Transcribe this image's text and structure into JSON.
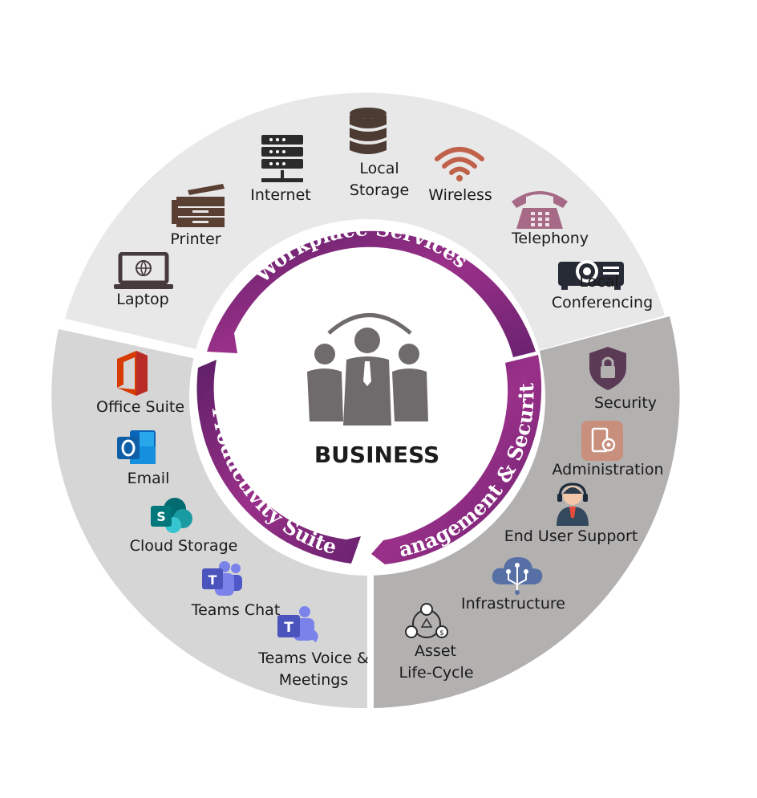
{
  "diagram": {
    "center": {
      "title": "BUSINESS",
      "icon": "business-team-icon"
    },
    "arcs": [
      {
        "name": "workplace",
        "label": "Workplace Services",
        "color": "#8a2d7e"
      },
      {
        "name": "productivity",
        "label": "Productivity Suite",
        "color": "#8a2d7e"
      },
      {
        "name": "management",
        "label": "Management & Security",
        "color": "#8a2d7e"
      }
    ],
    "segment_colors": {
      "workplace": "#e8e8e8",
      "productivity": "#d6d6d6",
      "management": "#b3b0b0"
    },
    "workplace_items": [
      {
        "label": "Laptop",
        "icon": "laptop-icon"
      },
      {
        "label": "Printer",
        "icon": "printer-icon"
      },
      {
        "label": "Internet",
        "icon": "server-icon"
      },
      {
        "label": "Local",
        "label2": "Storage",
        "icon": "storage-icon"
      },
      {
        "label": "Wireless",
        "icon": "wifi-icon"
      },
      {
        "label": "Telephony",
        "icon": "telephone-icon"
      },
      {
        "label": "Local",
        "label2": "Conferencing",
        "icon": "projector-icon"
      }
    ],
    "productivity_items": [
      {
        "label": "Office Suite",
        "icon": "office-icon"
      },
      {
        "label": "Email",
        "icon": "outlook-icon"
      },
      {
        "label": "Cloud Storage",
        "icon": "sharepoint-icon"
      },
      {
        "label": "Teams Chat",
        "icon": "teams-icon"
      },
      {
        "label": "Teams Voice &",
        "label2": "Meetings",
        "icon": "teams-call-icon"
      }
    ],
    "management_items": [
      {
        "label": "Security",
        "icon": "lock-shield-icon"
      },
      {
        "label": "Administration",
        "icon": "admin-gear-icon"
      },
      {
        "label": "End User Support",
        "icon": "support-agent-icon"
      },
      {
        "label": "Infrastructure",
        "icon": "cloud-network-icon"
      },
      {
        "label": "Asset",
        "label2": "Life-Cycle",
        "icon": "asset-cycle-icon"
      }
    ]
  }
}
